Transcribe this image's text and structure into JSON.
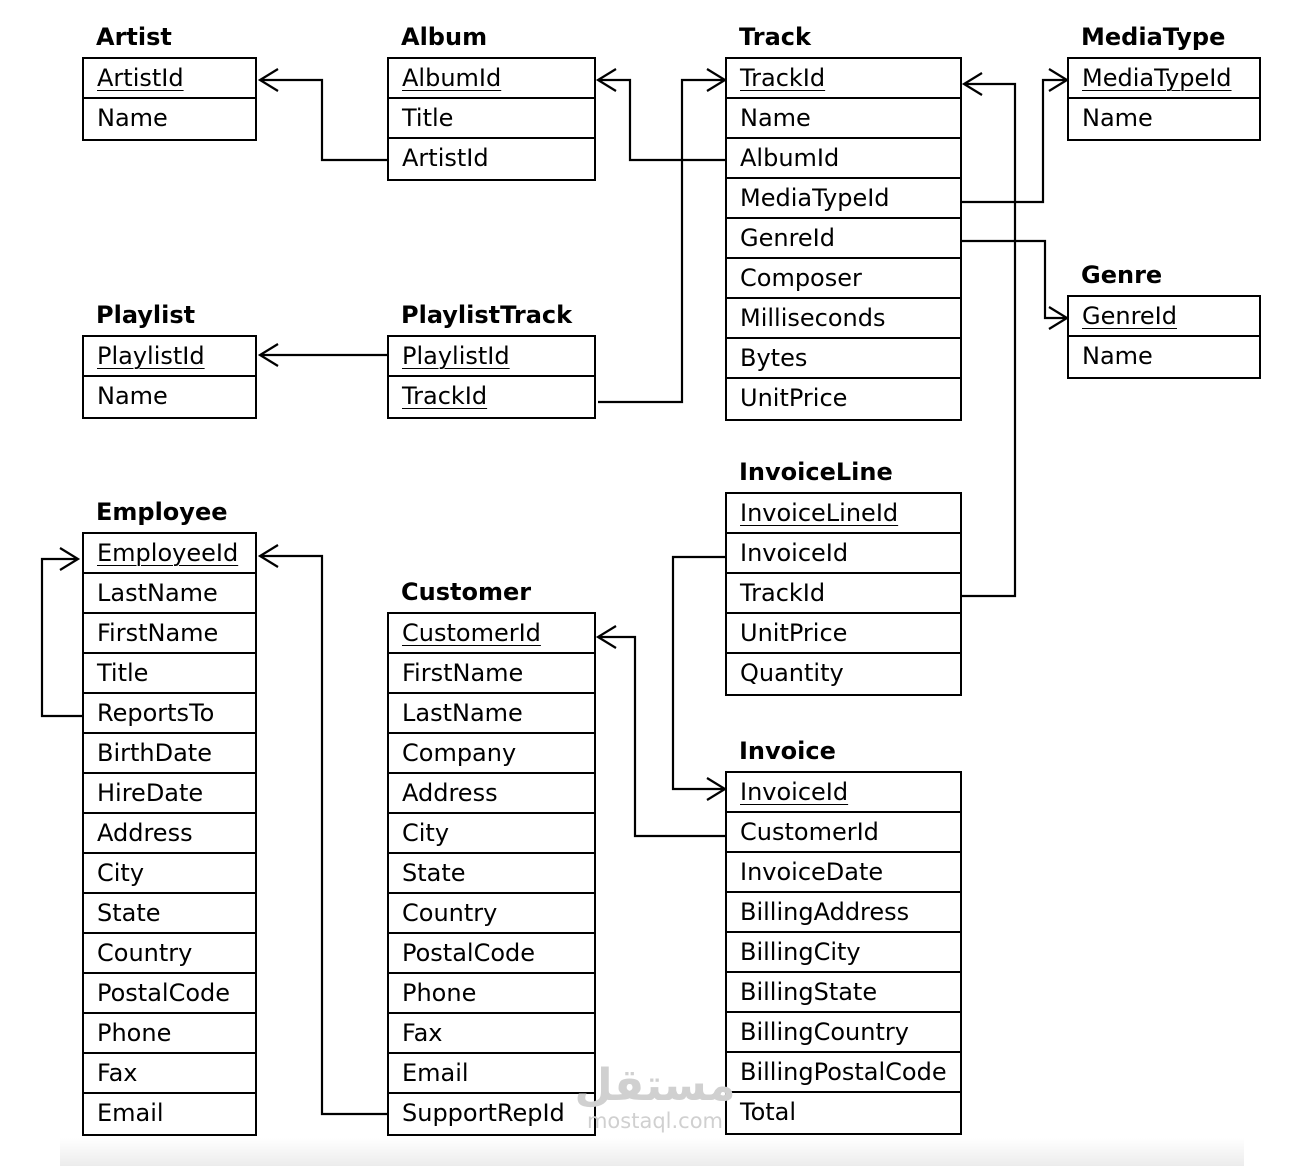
{
  "entities": {
    "artist": {
      "name": "Artist",
      "fields": [
        "ArtistId",
        "Name"
      ]
    },
    "album": {
      "name": "Album",
      "fields": [
        "AlbumId",
        "Title",
        "ArtistId"
      ]
    },
    "track": {
      "name": "Track",
      "fields": [
        "TrackId",
        "Name",
        "AlbumId",
        "MediaTypeId",
        "GenreId",
        "Composer",
        "Milliseconds",
        "Bytes",
        "UnitPrice"
      ]
    },
    "mediatype": {
      "name": "MediaType",
      "fields": [
        "MediaTypeId",
        "Name"
      ]
    },
    "genre": {
      "name": "Genre",
      "fields": [
        "GenreId",
        "Name"
      ]
    },
    "playlist": {
      "name": "Playlist",
      "fields": [
        "PlaylistId",
        "Name"
      ]
    },
    "playlisttrack": {
      "name": "PlaylistTrack",
      "fields": [
        "PlaylistId",
        "TrackId"
      ]
    },
    "invoiceline": {
      "name": "InvoiceLine",
      "fields": [
        "InvoiceLineId",
        "InvoiceId",
        "TrackId",
        "UnitPrice",
        "Quantity"
      ]
    },
    "employee": {
      "name": "Employee",
      "fields": [
        "EmployeeId",
        "LastName",
        "FirstName",
        "Title",
        "ReportsTo",
        "BirthDate",
        "HireDate",
        "Address",
        "City",
        "State",
        "Country",
        "PostalCode",
        "Phone",
        "Fax",
        "Email"
      ]
    },
    "customer": {
      "name": "Customer",
      "fields": [
        "CustomerId",
        "FirstName",
        "LastName",
        "Company",
        "Address",
        "City",
        "State",
        "Country",
        "PostalCode",
        "Phone",
        "Fax",
        "Email",
        "SupportRepId"
      ]
    },
    "invoice": {
      "name": "Invoice",
      "fields": [
        "InvoiceId",
        "CustomerId",
        "InvoiceDate",
        "BillingAddress",
        "BillingCity",
        "BillingState",
        "BillingCountry",
        "BillingPostalCode",
        "Total"
      ]
    }
  },
  "primary_keys": {
    "artist": [
      0
    ],
    "album": [
      0
    ],
    "track": [
      0
    ],
    "mediatype": [
      0
    ],
    "genre": [
      0
    ],
    "playlist": [
      0
    ],
    "playlisttrack": [
      0,
      1
    ],
    "invoiceline": [
      0
    ],
    "employee": [
      0
    ],
    "customer": [
      0
    ],
    "invoice": [
      0
    ]
  },
  "relationships": [
    {
      "from": "album.ArtistId",
      "to": "artist.ArtistId"
    },
    {
      "from": "track.AlbumId",
      "to": "album.AlbumId"
    },
    {
      "from": "track.MediaTypeId",
      "to": "mediatype.MediaTypeId"
    },
    {
      "from": "track.GenreId",
      "to": "genre.GenreId"
    },
    {
      "from": "playlisttrack.PlaylistId",
      "to": "playlist.PlaylistId"
    },
    {
      "from": "playlisttrack.TrackId",
      "to": "track.TrackId"
    },
    {
      "from": "invoiceline.TrackId",
      "to": "track.TrackId"
    },
    {
      "from": "invoiceline.InvoiceId",
      "to": "invoice.InvoiceId"
    },
    {
      "from": "employee.ReportsTo",
      "to": "employee.EmployeeId"
    },
    {
      "from": "customer.SupportRepId",
      "to": "employee.EmployeeId"
    },
    {
      "from": "invoice.CustomerId",
      "to": "customer.CustomerId"
    }
  ],
  "watermark": {
    "arabic": "مستقل",
    "latin": "mostaql.com"
  }
}
